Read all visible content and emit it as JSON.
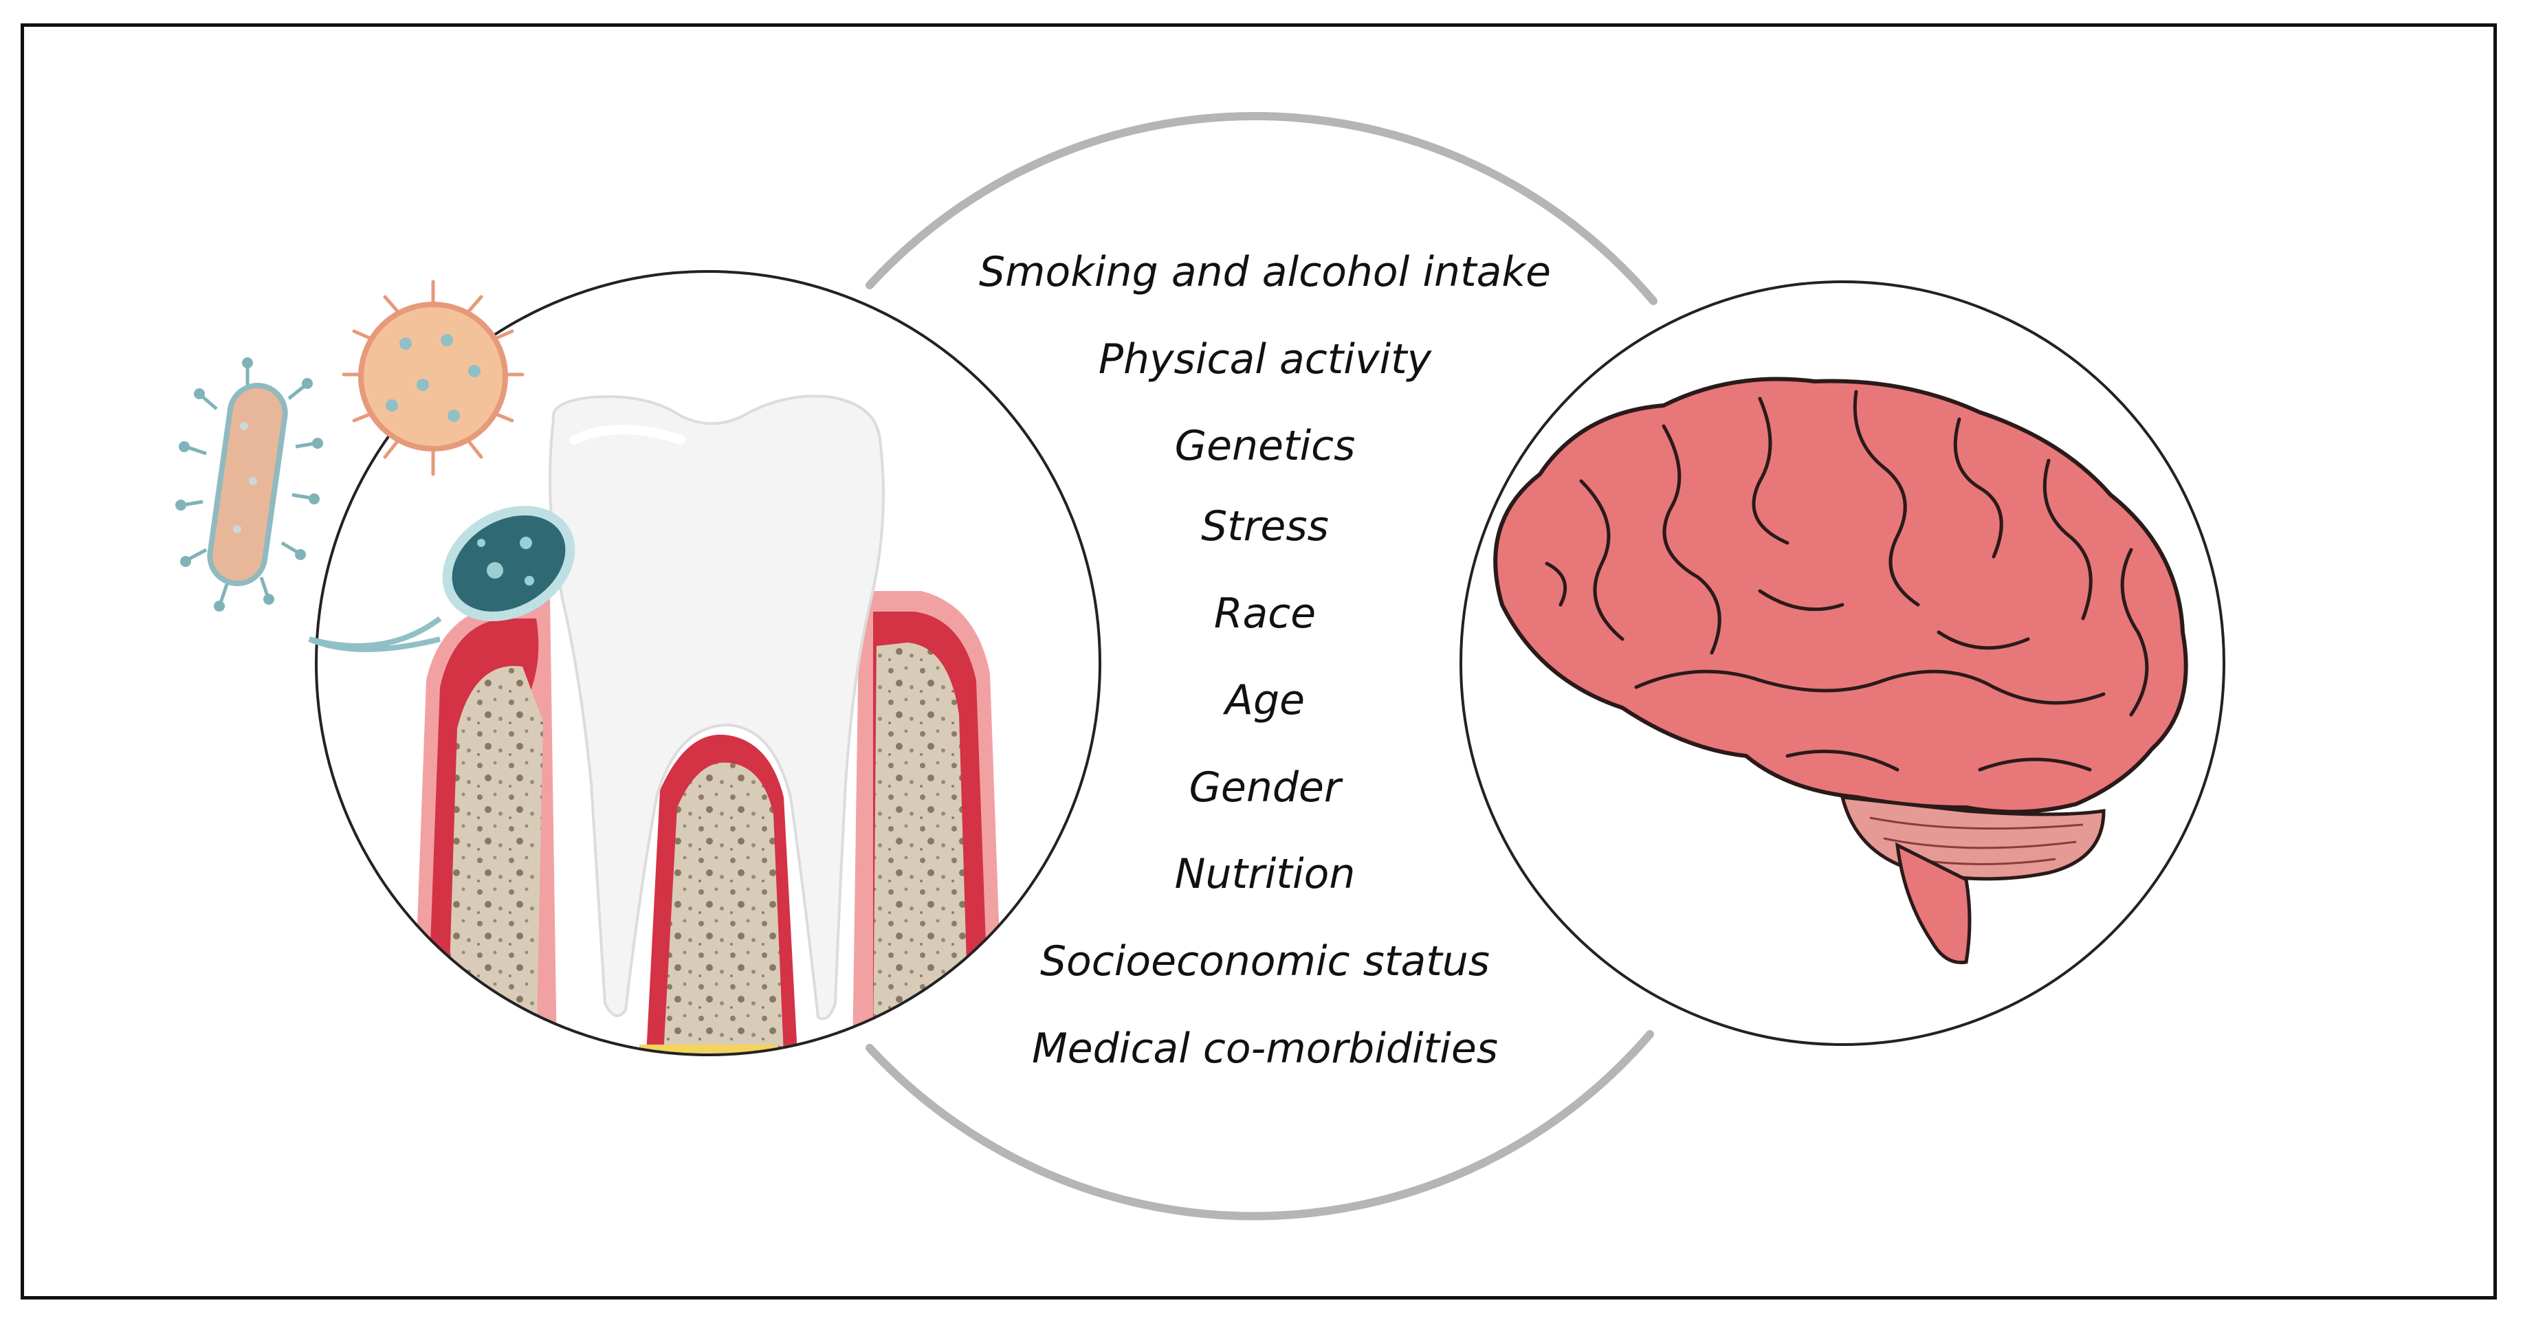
{
  "factors": [
    "Smoking and alcohol intake",
    "Physical activity",
    "Genetics",
    "Stress",
    "Race",
    "Age",
    "Gender",
    "Nutrition",
    "Socioeconomic status",
    "Medical co-morbidities"
  ],
  "icons": {
    "tooth": "tooth-gum-cross-section-icon",
    "brain": "brain-icon",
    "bacteria": [
      "rod-bacterium-icon",
      "spiky-coccus-icon",
      "flagellated-bacterium-icon"
    ]
  },
  "colors": {
    "frame": "#111111",
    "arc": "#b5b5b5",
    "brain": "#e8777a",
    "gum": "#c8283a",
    "bone": "#d9cdbb",
    "tooth": "#f4f4f4"
  }
}
